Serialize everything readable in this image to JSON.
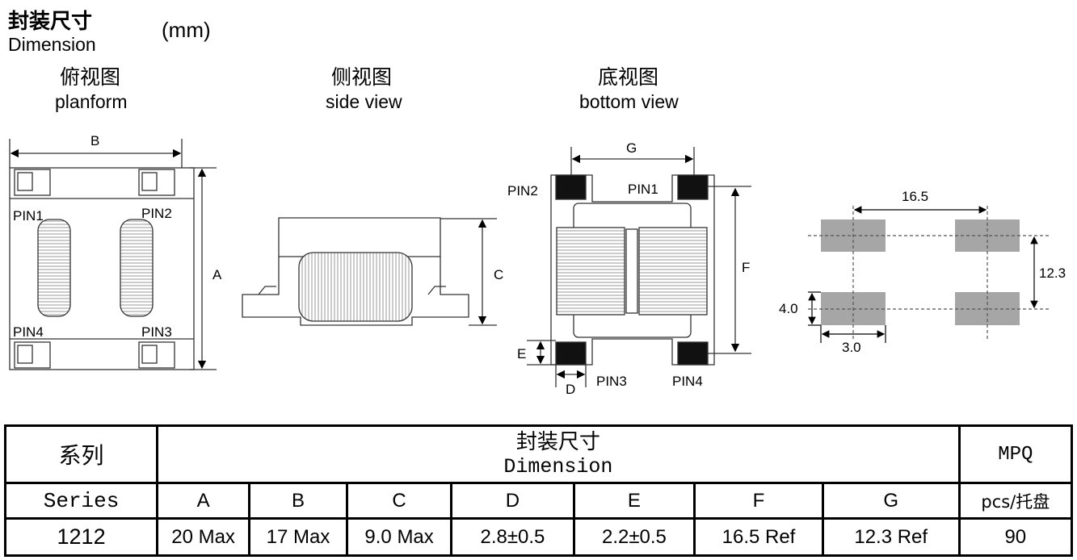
{
  "header": {
    "title_cn": "封装尺寸",
    "title_en": "Dimension",
    "unit": "(mm)"
  },
  "views": [
    {
      "cn": "俯视图",
      "en": "planform"
    },
    {
      "cn": "侧视图",
      "en": "side view"
    },
    {
      "cn": "底视图",
      "en": "bottom view"
    }
  ],
  "labels": {
    "A": "A",
    "B": "B",
    "C": "C",
    "D": "D",
    "E": "E",
    "F": "F",
    "G": "G",
    "pin1": "PIN1",
    "pin2": "PIN2",
    "pin3": "PIN3",
    "pin4": "PIN4"
  },
  "footprint": {
    "pitch_x": "16.5",
    "pitch_y": "12.3",
    "pad_h": "4.0",
    "pad_w": "3.0"
  },
  "table": {
    "series_cn": "系列",
    "dim_cn": "封装尺寸",
    "dim_en": "Dimension",
    "mpq": "MPQ",
    "series_en": "Series",
    "cols": [
      "A",
      "B",
      "C",
      "D",
      "E",
      "F",
      "G"
    ],
    "mpq_unit": "pcs/托盘",
    "row": {
      "series": "1212",
      "values": [
        "20 Max",
        "17 Max",
        "9.0 Max",
        "2.8±0.5",
        "2.2±0.5",
        "16.5 Ref",
        "12.3 Ref"
      ],
      "mpq": "90"
    }
  }
}
